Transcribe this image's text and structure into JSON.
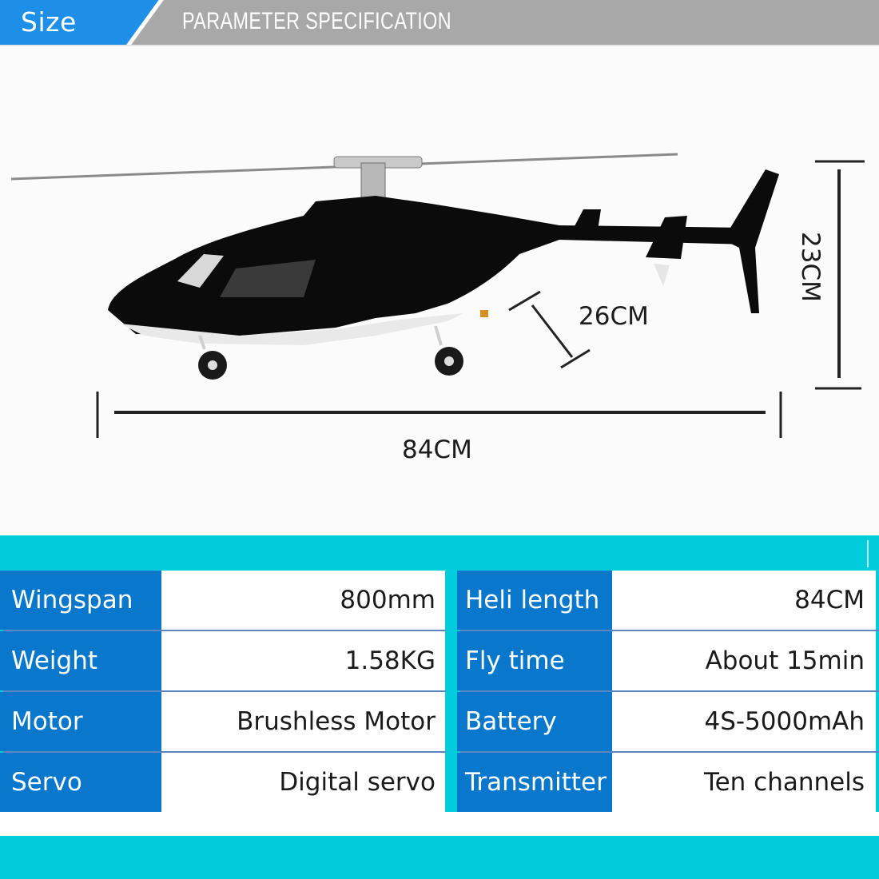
{
  "header": {
    "tab_label": "Size",
    "title": "PARAMETER SPECIFICATION",
    "colors": {
      "tab": "#1e8fe8",
      "bar": "#a8a8a8"
    }
  },
  "photo": {
    "subject": "black and white RC helicopter, side view",
    "dimensions": {
      "length": "84CM",
      "tail_boom": "26CM",
      "height": "23CM"
    }
  },
  "specs": {
    "colors": {
      "band": "#00cddc",
      "key_bg": "#0877cc",
      "value_bg": "#ffffff",
      "rule": "#5a86c0"
    },
    "left": [
      {
        "label": "Wingspan",
        "value": "800mm"
      },
      {
        "label": "Weight",
        "value": "1.58KG"
      },
      {
        "label": "Motor",
        "value": "Brushless Motor"
      },
      {
        "label": "Servo",
        "value": "Digital servo"
      }
    ],
    "right": [
      {
        "label": "Heli length",
        "value": "84CM"
      },
      {
        "label": "Fly time",
        "value": "About 15min"
      },
      {
        "label": "Battery",
        "value": "4S-5000mAh"
      },
      {
        "label": "Transmitter",
        "value": "Ten channels"
      }
    ]
  }
}
